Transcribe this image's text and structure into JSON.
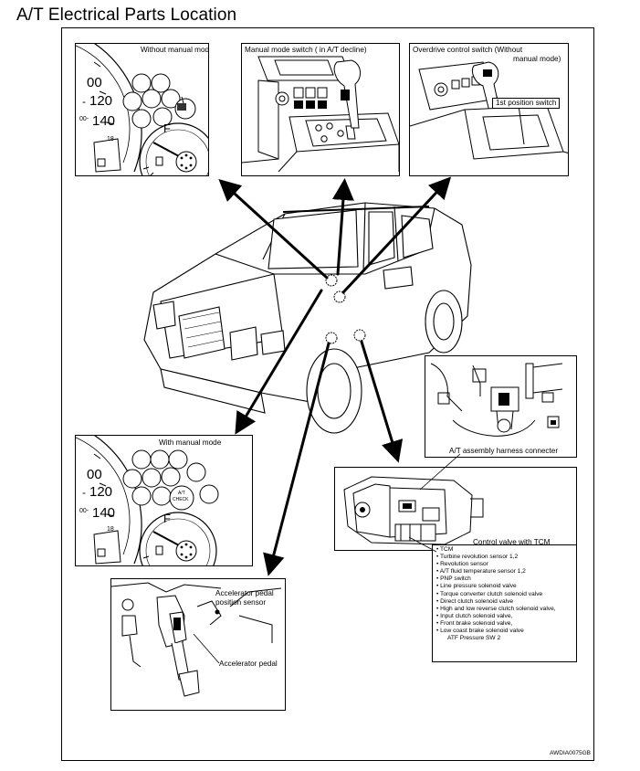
{
  "page": {
    "title": "A/T Electrical Parts Location"
  },
  "panels": {
    "without_manual_mode": {
      "caption": "Without manual mode",
      "speed_marks": [
        "00",
        "120",
        "140"
      ],
      "speed_prefix": [
        "",
        "-",
        "00-"
      ],
      "fuel_letter": "F",
      "odo": "18"
    },
    "manual_mode_switch": {
      "caption": "Manual mode switch ( in A/T decline)"
    },
    "overdrive_control_switch": {
      "caption_line1": "Overdrive control switch (Without",
      "caption_line2": "manual mode)",
      "callout": "1st position switch"
    },
    "with_manual_mode": {
      "caption": "With manual mode",
      "speed_marks": [
        "00",
        "120",
        "140"
      ],
      "speed_prefix": [
        "",
        "-",
        "00-"
      ],
      "fuel_letter": "F",
      "odo": "18",
      "check_lamp_line1": "A/T",
      "check_lamp_line2": "CHECK"
    },
    "harness_connecter": {
      "caption": "A/T assembly harness connecter"
    },
    "control_valve": {
      "caption": "Control valve with TCM"
    },
    "accelerator": {
      "sensor_line1": "Accelerator pedal",
      "sensor_line2": "position sensor",
      "pedal": "Accelerator pedal"
    }
  },
  "tcm_components": [
    "TCM",
    "Turbine revolution sensor 1,2",
    "Revolution sensor",
    "A/T fluid temperature sensor 1,2",
    "PNP switch",
    "Line pressure solenoid valve",
    "Torque converter clutch solenoid valve",
    "Direct clutch solenoid valve",
    "High and low reverse clutch solenoid valve,",
    "Input clutch solenoid valve,",
    "Front brake solenoid valve,",
    "Low coast brake solenoid valve"
  ],
  "tcm_components_extra": "ATF Pressure SW 2",
  "figure_code": "AWDIA0075GB"
}
